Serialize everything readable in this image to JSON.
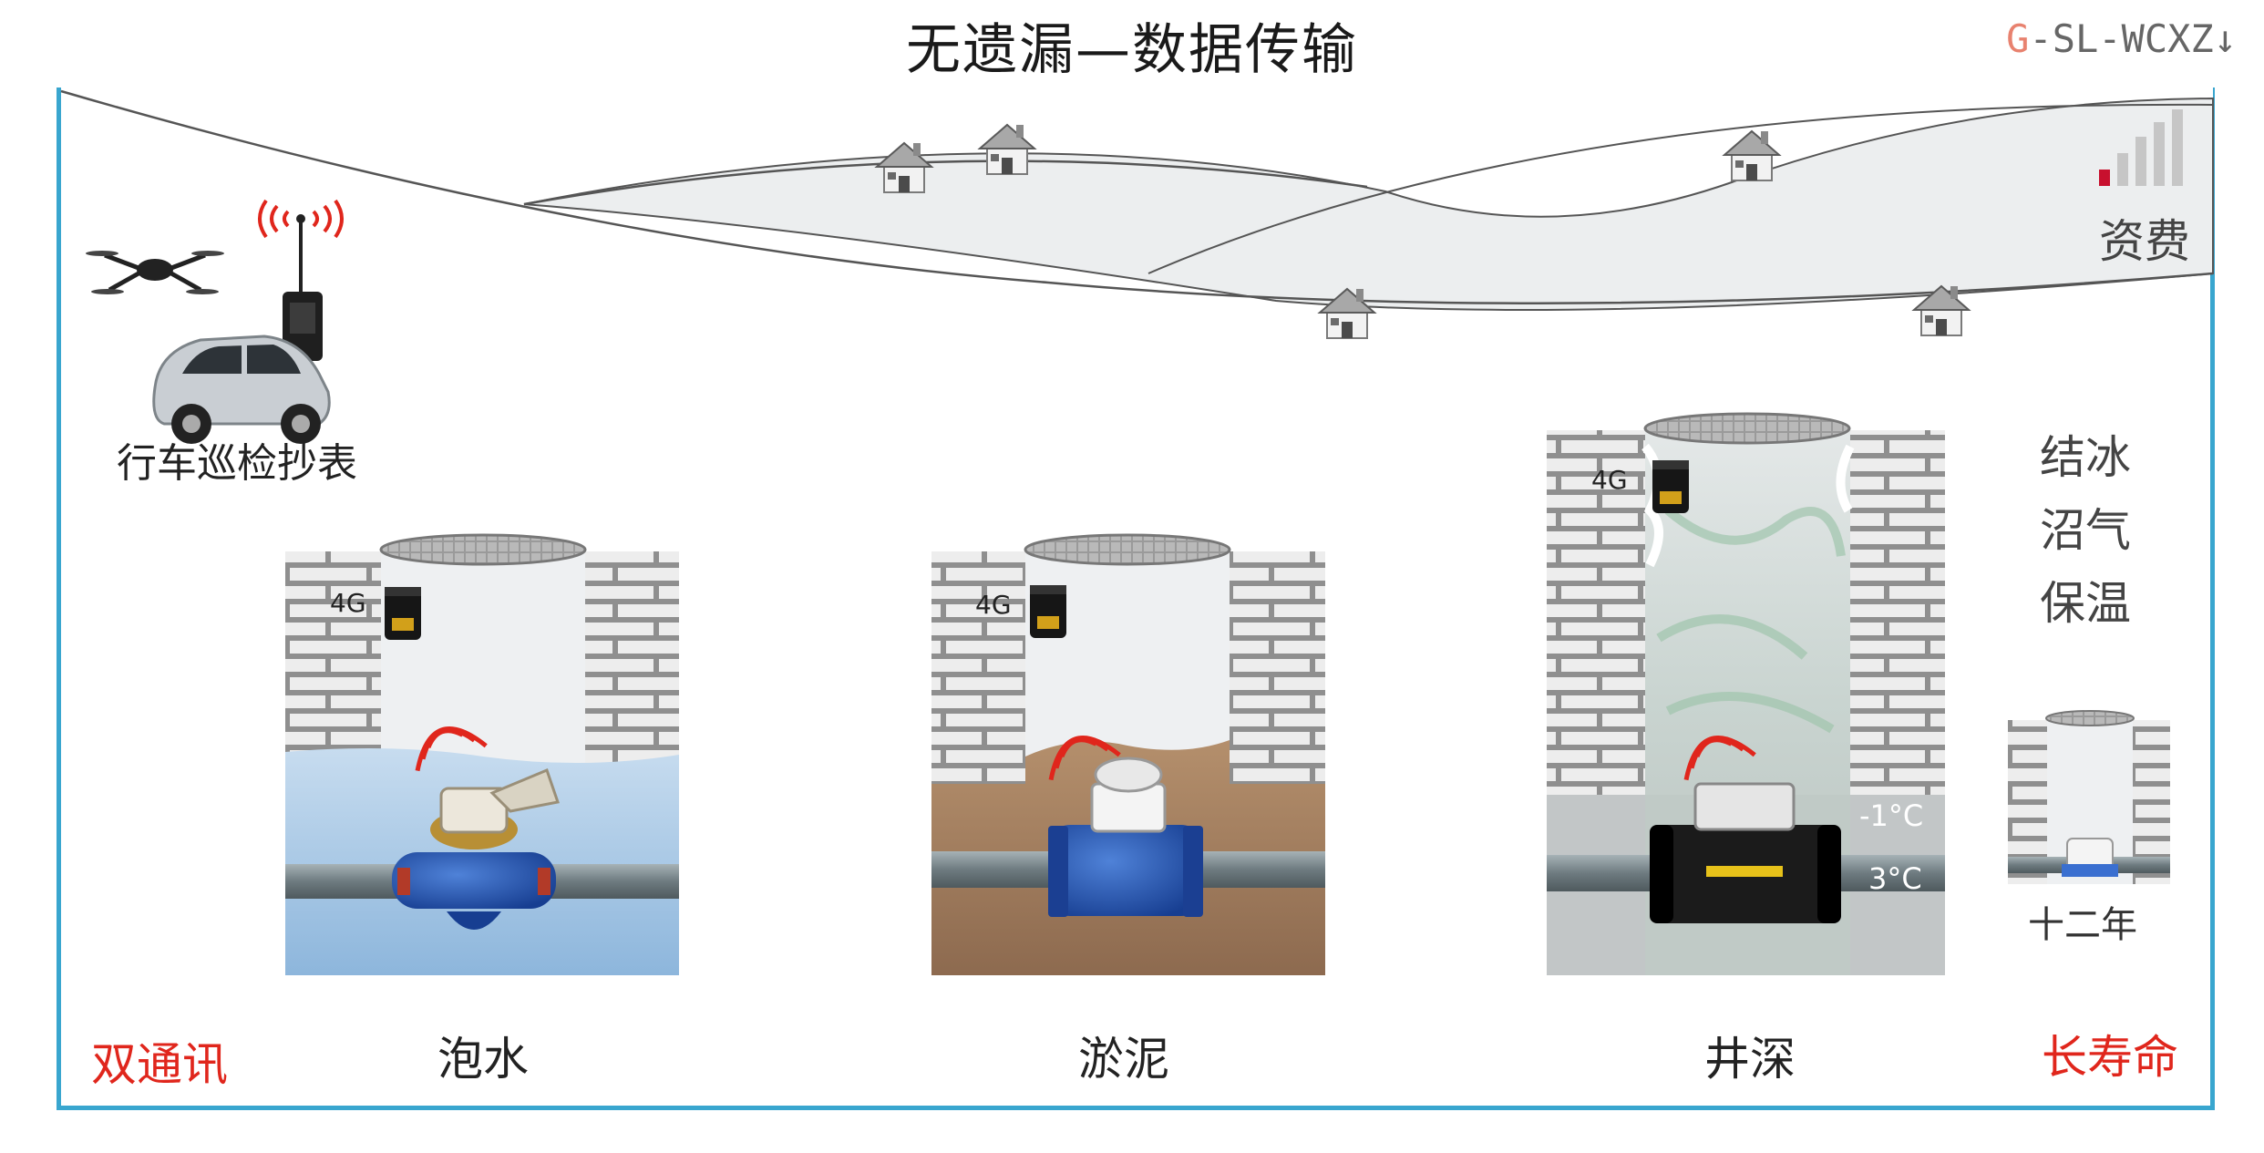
{
  "header": {
    "title": "无遗漏—数据传输",
    "product_code_first": "G",
    "product_code_rest": "-SL-WCXZ↓"
  },
  "left_panel": {
    "drive_by_label": "行车巡检抄表"
  },
  "signal_panel": {
    "label": "资费"
  },
  "wells": [
    {
      "id": "soaked",
      "caption": "泡水",
      "module_label": "4G"
    },
    {
      "id": "silt",
      "caption": "淤泥",
      "module_label": "4G"
    },
    {
      "id": "deep",
      "caption": "井深",
      "module_label": "4G",
      "temp_top": "-1°C",
      "temp_bottom": "3°C"
    }
  ],
  "right_panel": {
    "items": [
      "结冰",
      "沼气",
      "保温"
    ],
    "small_well_caption": "十二年"
  },
  "features": {
    "dual_comm": "双通讯",
    "long_life": "长寿命"
  },
  "colors": {
    "frame": "#39a6cf",
    "accent_red": "#e0261c",
    "signal_active": "#c8102e",
    "water": "#8db6dc",
    "silt": "#9e7a5e",
    "pipe": "#6e7b80",
    "meter_blue": "#1f4ea8"
  }
}
